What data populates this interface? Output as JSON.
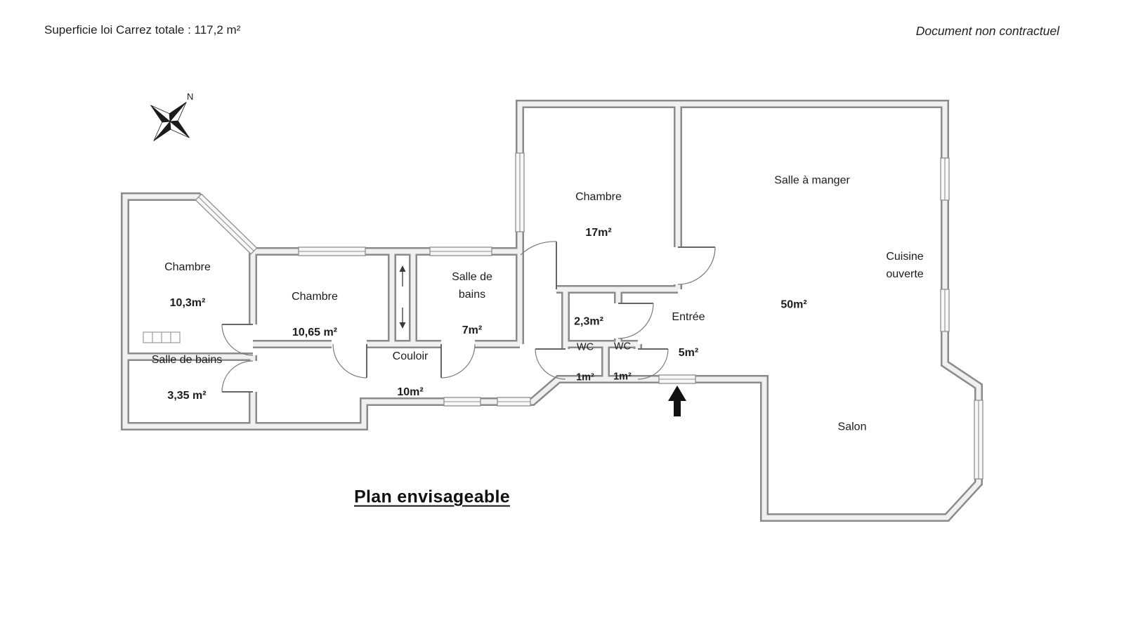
{
  "header": {
    "surface_label": "Superficie loi Carrez totale : 117,2 m²",
    "disclaimer": "Document non contractuel"
  },
  "plan": {
    "title": "Plan envisageable",
    "compass_label": "N",
    "rooms": {
      "chambre_1": {
        "name": "Chambre",
        "area": "10,3m²"
      },
      "chambre_2": {
        "name": "Chambre",
        "area": "10,65 m²"
      },
      "salle_de_bains_1": {
        "name": "Salle de\nbains",
        "area": "7m²"
      },
      "chambre_3": {
        "name": "Chambre",
        "area": "17m²"
      },
      "salle_a_manger": {
        "name": "Salle à manger"
      },
      "cuisine": {
        "name": "Cuisine\nouverte"
      },
      "sejour": {
        "area": "50m²"
      },
      "placard": {
        "area": "2,3m²"
      },
      "entree": {
        "name": "Entrée",
        "area": "5m²"
      },
      "wc_1": {
        "name": "WC",
        "area": "1m²"
      },
      "wc_2": {
        "name": "WC",
        "area": "1m²"
      },
      "salle_de_bains_2": {
        "name": "Salle de bains",
        "area": "3,35 m²"
      },
      "couloir": {
        "name": "Couloir",
        "area": "10m²"
      },
      "salon": {
        "name": "Salon"
      }
    },
    "icons": {
      "compass": "compass-rose-icon",
      "entrance_arrow": "entrance-arrow-icon"
    }
  }
}
